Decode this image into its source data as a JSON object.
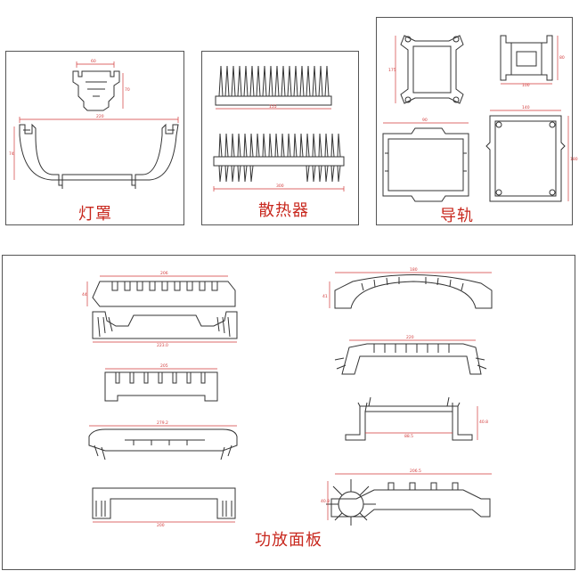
{
  "panels": {
    "lamp_cover": {
      "caption": "灯罩",
      "dim_small_top": "60",
      "dim_small_side": "70",
      "dim_large_top": "220",
      "dim_large_side": "74"
    },
    "heatsink": {
      "caption": "散热器",
      "dim_top": "155",
      "dim_bottom": "300"
    },
    "rail": {
      "caption": "导轨",
      "dim_a_side": "175",
      "dim_b_side": "80",
      "dim_b_bottom": "100",
      "dim_c_top": "90",
      "dim_d_top": "140",
      "dim_d_side": "180"
    },
    "amplifier_panel": {
      "caption": "功放面板",
      "dim_1_top": "206",
      "dim_1_side": "44",
      "dim_1_bottom": "223.0",
      "dim_2_top": "205",
      "dim_3_top": "279.2",
      "dim_4_bottom": "200",
      "dim_5_top": "180",
      "dim_5_side": "41",
      "dim_6_top": "220",
      "dim_7_side": "40.8",
      "dim_7_bottom": "88.5",
      "dim_8_top": "206.5",
      "dim_8_side": "40.8"
    }
  }
}
